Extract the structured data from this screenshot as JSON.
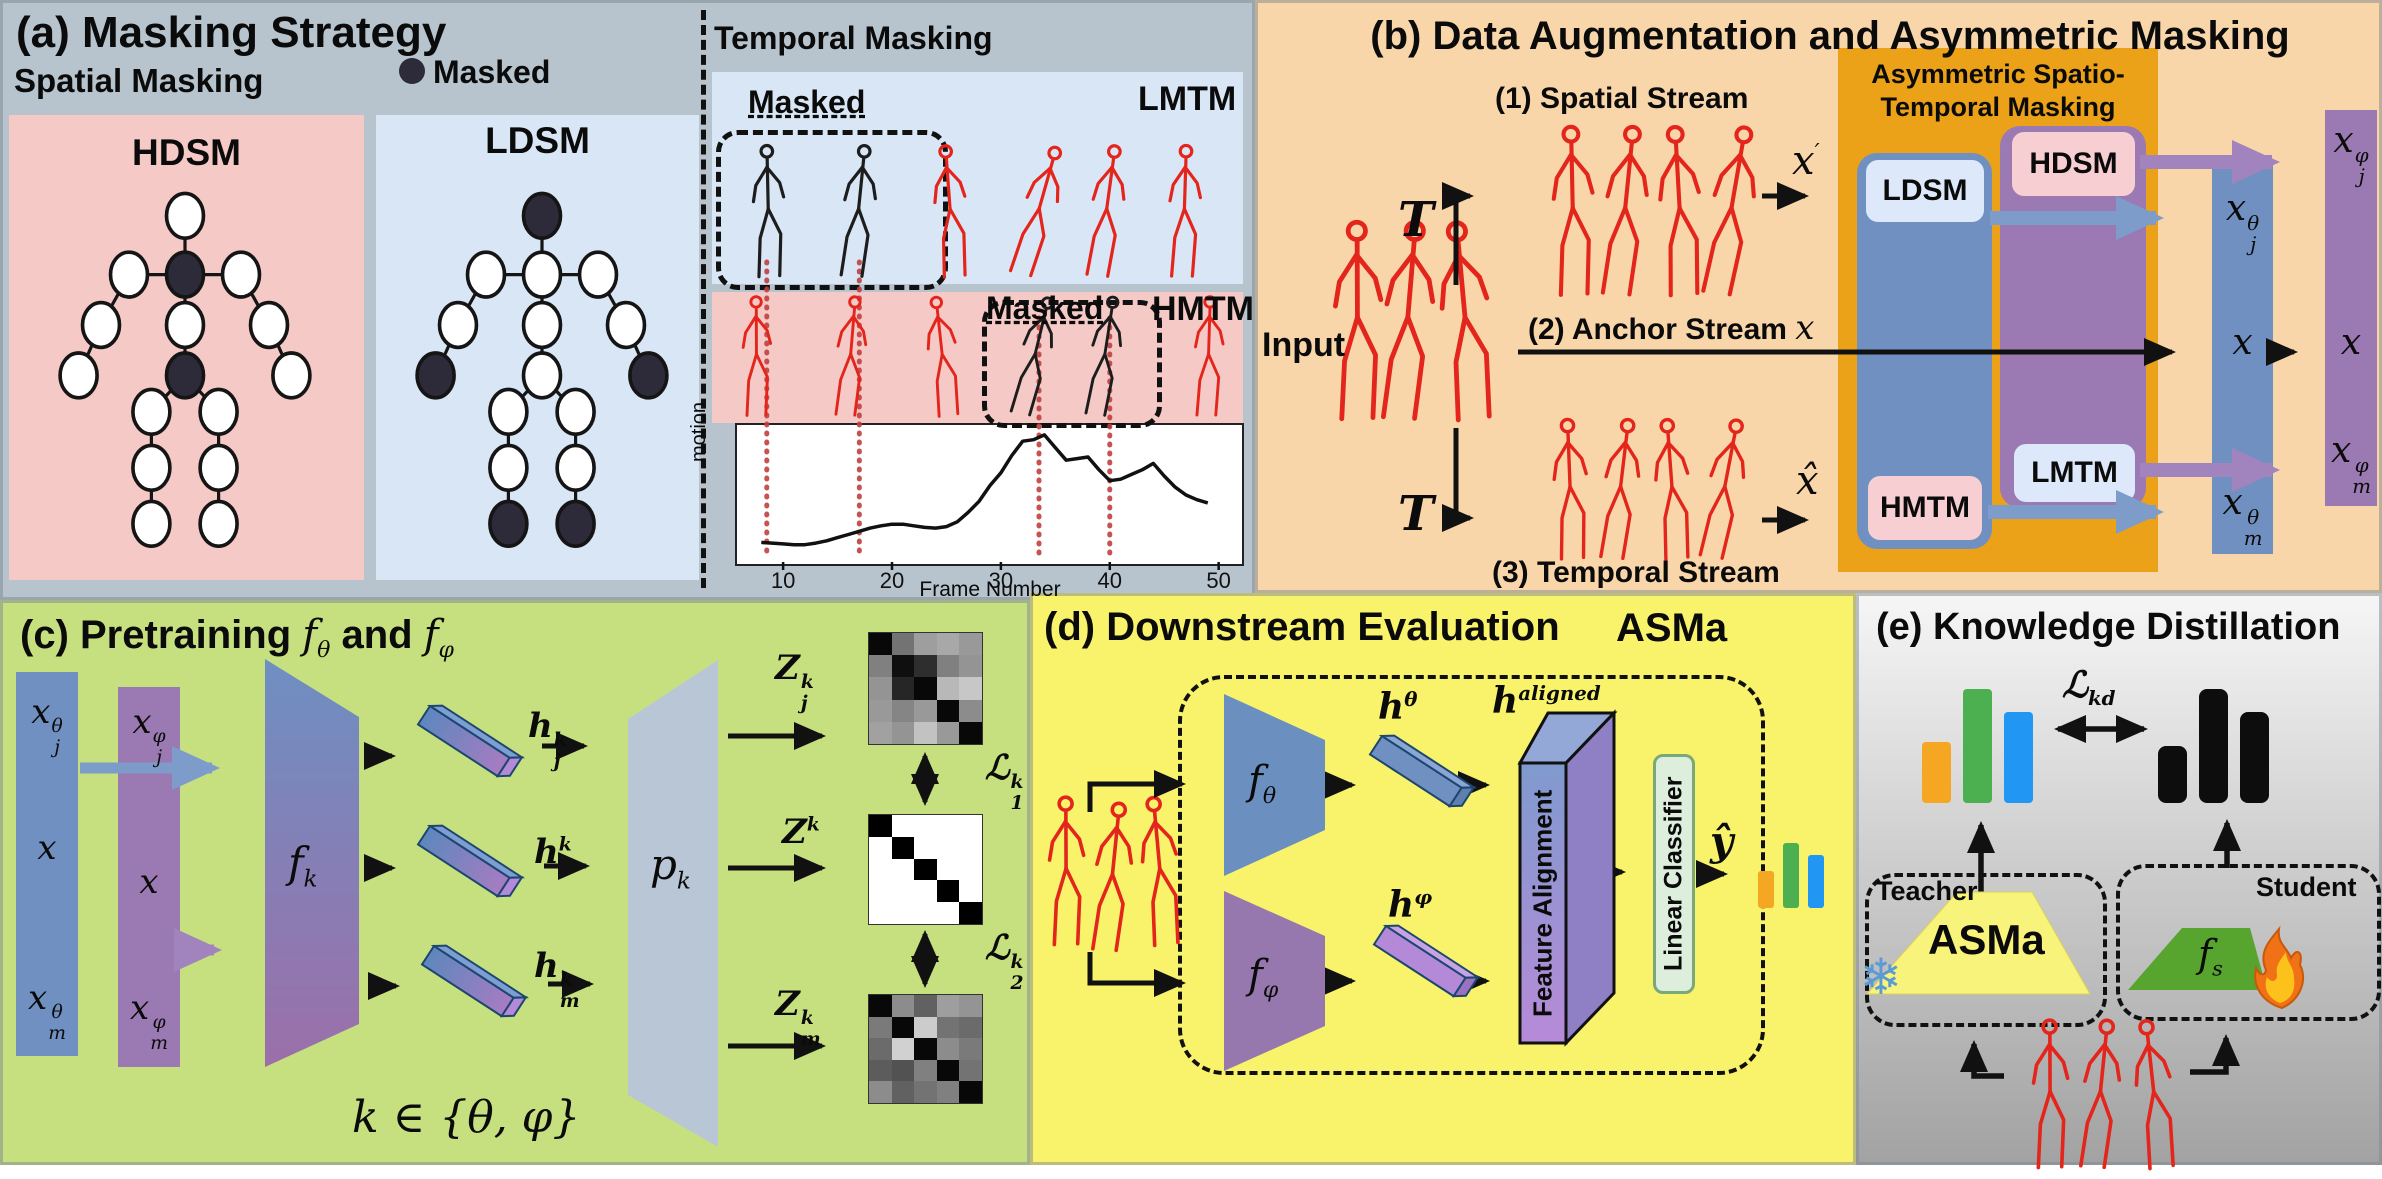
{
  "colors": {
    "panel_a_bg": "#b7c4cd",
    "panel_b_bg": "#f8d6a9",
    "panel_c_bg": "#c7e07f",
    "panel_d_bg": "#f8f36b",
    "panel_e_top": "#f6f6f6",
    "panel_e_bottom": "#a2a2a2",
    "hdsm_pink": "#f5c9c6",
    "ldsm_blue": "#d9e6f6",
    "masked_dot": "#2d2a3a",
    "orange_box": "#eba219",
    "stream_blue": "#7090c1",
    "stream_purple": "#9b79b2",
    "chip_blue": "#dde8fb",
    "chip_pink": "#f7ced2",
    "skeleton_red": "#e3251c",
    "classifier_green": "#ddeedd",
    "teacher_yellow": "#f8f37a",
    "student_green": "#57a42e",
    "bar_orange": "#F5A623",
    "bar_green": "#4CAF50",
    "bar_blue": "#2196F3",
    "bar_black": "#0d0d0d"
  },
  "icons": {
    "snowflake": "❄",
    "fire": "flame",
    "masked_dot": "filled-circle"
  },
  "math": {
    "x": {
      "base": "x"
    },
    "x_prime": {
      "base": "x",
      "sup": "′"
    },
    "x_hat": {
      "base": "x̂"
    },
    "xj_theta": {
      "base": "x",
      "sup": "θ",
      "sub": "j"
    },
    "xm_theta": {
      "base": "x",
      "sup": "θ",
      "sub": "m"
    },
    "xj_phi": {
      "base": "x",
      "sup": "φ",
      "sub": "j"
    },
    "xm_phi": {
      "base": "x",
      "sup": "φ",
      "sub": "m"
    },
    "T": {
      "base": "T"
    },
    "f_theta": {
      "base": "f",
      "sub": "θ"
    },
    "f_phi": {
      "base": "f",
      "sub": "φ"
    },
    "f_k": {
      "base": "f",
      "sub": "k"
    },
    "f_s": {
      "base": "f",
      "sub": "s"
    },
    "p_k": {
      "base": "p",
      "sub": "k"
    },
    "h_jk": {
      "base": "h",
      "sup": "k",
      "sub": "j"
    },
    "h_k": {
      "base": "h",
      "sup": "k"
    },
    "h_mk": {
      "base": "h",
      "sup": "k",
      "sub": "m"
    },
    "h_theta": {
      "base": "h",
      "sup": "θ"
    },
    "h_phi": {
      "base": "h",
      "sup": "φ"
    },
    "h_aligned": {
      "base": "h",
      "sup": "aligned"
    },
    "z_jk": {
      "base": "Z",
      "sup": "k",
      "sub": "j"
    },
    "z_k": {
      "base": "Z",
      "sup": "k"
    },
    "z_mk": {
      "base": "Z",
      "sup": "k",
      "sub": "m"
    },
    "l1": {
      "base": "ℒ",
      "sup": "k",
      "sub": "1"
    },
    "l2": {
      "base": "ℒ",
      "sup": "k",
      "sub": "2"
    },
    "l_kd": {
      "base": "ℒ",
      "sub": "kd"
    },
    "y_hat": {
      "base": "ŷ"
    },
    "k_in": {
      "base": "k ∈ {θ, φ}"
    }
  },
  "panel_a": {
    "title": "(a) Masking Strategy",
    "spatial_label": "Spatial Masking",
    "legend_label": "Masked",
    "hdsm": {
      "label": "HDSM",
      "masked": [
        "neck",
        "pelvis"
      ]
    },
    "ldsm": {
      "label": "LDSM",
      "masked": [
        "head",
        "l-hand",
        "r-hand",
        "l-foot",
        "r-foot"
      ]
    },
    "temporal_label": "Temporal Masking",
    "lmtm": {
      "label": "LMTM",
      "masked_label": "Masked"
    },
    "hmtm": {
      "label": "HMTM",
      "masked_label": "Masked"
    }
  },
  "chart_data": {
    "type": "line",
    "title": "",
    "xlabel": "Frame Number",
    "ylabel": "motion",
    "xticks": [
      10,
      20,
      30,
      40,
      50
    ],
    "xlim": [
      6.5,
      51.5
    ],
    "ylim": [
      0,
      1
    ],
    "grid": false,
    "legend": "none",
    "mask_lines": [
      8.5,
      17,
      33.5,
      40
    ],
    "x": [
      8,
      9,
      10,
      11,
      12,
      13,
      14,
      15,
      16,
      17,
      18,
      19,
      20,
      21,
      22,
      23,
      24,
      25,
      26,
      27,
      28,
      29,
      30,
      31,
      32,
      33,
      34,
      35,
      36,
      37,
      38,
      39,
      40,
      41,
      42,
      43,
      44,
      45,
      46,
      47,
      48,
      49
    ],
    "y": [
      0.08,
      0.075,
      0.07,
      0.065,
      0.065,
      0.075,
      0.09,
      0.11,
      0.13,
      0.15,
      0.17,
      0.185,
      0.195,
      0.195,
      0.185,
      0.175,
      0.17,
      0.18,
      0.21,
      0.27,
      0.34,
      0.44,
      0.52,
      0.63,
      0.72,
      0.73,
      0.76,
      0.68,
      0.6,
      0.61,
      0.62,
      0.54,
      0.47,
      0.48,
      0.51,
      0.54,
      0.58,
      0.5,
      0.43,
      0.38,
      0.35,
      0.33
    ]
  },
  "panel_b": {
    "title": "(b) Data Augmentation and Asymmetric Masking",
    "input_label": "Input",
    "streams": {
      "s1": "(1) Spatial Stream",
      "s2": "(2) Anchor Stream",
      "s3": "(3) Temporal Stream"
    },
    "masking_box": {
      "line1": "Asymmetric Spatio-",
      "line2": "Temporal Masking",
      "ldsm": "LDSM",
      "hdsm": "HDSM",
      "hmtm": "HMTM",
      "lmtm": "LMTM"
    }
  },
  "panel_c": {
    "title_prefix": "(c) Pretraining",
    "and_word": "and",
    "matrices": {
      "z_j": [
        [
          0.03,
          0.45,
          0.62,
          0.66,
          0.6
        ],
        [
          0.5,
          0.06,
          0.18,
          0.5,
          0.58
        ],
        [
          0.58,
          0.15,
          0.03,
          0.72,
          0.78
        ],
        [
          0.6,
          0.52,
          0.6,
          0.03,
          0.55
        ],
        [
          0.63,
          0.58,
          0.76,
          0.6,
          0.03
        ]
      ],
      "z": [
        [
          0,
          1,
          1,
          1,
          1
        ],
        [
          1,
          0,
          1,
          1,
          1
        ],
        [
          1,
          1,
          0,
          1,
          1
        ],
        [
          1,
          1,
          1,
          0,
          1
        ],
        [
          1,
          1,
          1,
          1,
          0
        ]
      ],
      "z_m": [
        [
          0.03,
          0.55,
          0.38,
          0.62,
          0.58
        ],
        [
          0.48,
          0.03,
          0.8,
          0.45,
          0.42
        ],
        [
          0.42,
          0.82,
          0.03,
          0.55,
          0.48
        ],
        [
          0.36,
          0.32,
          0.5,
          0.03,
          0.45
        ],
        [
          0.55,
          0.38,
          0.45,
          0.5,
          0.03
        ]
      ]
    }
  },
  "panel_d": {
    "title": "(d) Downstream Evaluation",
    "asma_label": "ASMa",
    "feature_alignment": "Feature Alignment",
    "linear_classifier": "Linear Classifier",
    "pred_bars": {
      "values": [
        0.55,
        0.95,
        0.78
      ],
      "colors": [
        "#F5A623",
        "#4CAF50",
        "#2196F3"
      ]
    }
  },
  "panel_e": {
    "title": "(e) Knowledge Distillation",
    "teacher_label": "Teacher",
    "student_label": "Student",
    "asma_label": "ASMa",
    "teacher_bars": {
      "values": [
        0.52,
        0.97,
        0.77
      ],
      "colors": [
        "#F5A623",
        "#4CAF50",
        "#2196F3"
      ]
    },
    "student_bars": {
      "values": [
        0.48,
        0.97,
        0.77
      ],
      "colors": [
        "#0d0d0d",
        "#0d0d0d",
        "#0d0d0d"
      ]
    }
  }
}
